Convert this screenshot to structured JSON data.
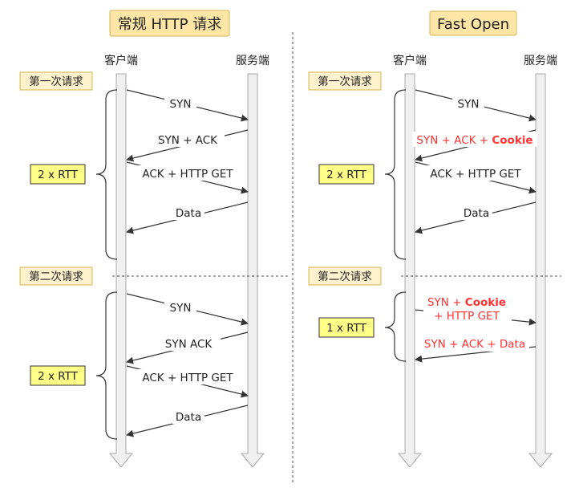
{
  "colors": {
    "title_fill": "#ffe6a6",
    "title_stroke": "#d6b656",
    "request_label_fill": "#fff2cc",
    "rtt_fill": "#ffff88",
    "rtt_stroke": "#333333",
    "timeline_fill": "#f0f0f0",
    "timeline_stroke": "#a8a8a8",
    "arrow": "#333333",
    "text": "#222222",
    "highlight": "#ff3333",
    "divider": "#666666"
  },
  "left": {
    "title": "常规 HTTP 请求",
    "client_label": "客户端",
    "server_label": "服务端",
    "first_request": "第一次请求",
    "second_request": "第二次请求",
    "rtt_first": "2 x RTT",
    "rtt_second": "2 x RTT",
    "msg_syn_1": "SYN",
    "msg_synack_1": "SYN + ACK",
    "msg_ackget_1": "ACK + HTTP GET",
    "msg_data_1": "Data",
    "msg_syn_2": "SYN",
    "msg_synack_2": "SYN ACK",
    "msg_ackget_2": "ACK + HTTP GET",
    "msg_data_2": "Data"
  },
  "right": {
    "title": "Fast Open",
    "client_label": "客户端",
    "server_label": "服务端",
    "first_request": "第一次请求",
    "second_request": "第二次请求",
    "rtt_first": "2 x RTT",
    "rtt_second": "1 x RTT",
    "msg_syn_1": "SYN",
    "msg_synack_cookie_a": "SYN + ACK + ",
    "msg_synack_cookie_b": "Cookie",
    "msg_ackget_1": "ACK + HTTP GET",
    "msg_data_1": "Data",
    "msg_syn_cookie_a": "SYN + ",
    "msg_syn_cookie_b": "Cookie",
    "msg_httpget": "+ HTTP GET",
    "msg_synack_data": "SYN + ACK + Data"
  }
}
